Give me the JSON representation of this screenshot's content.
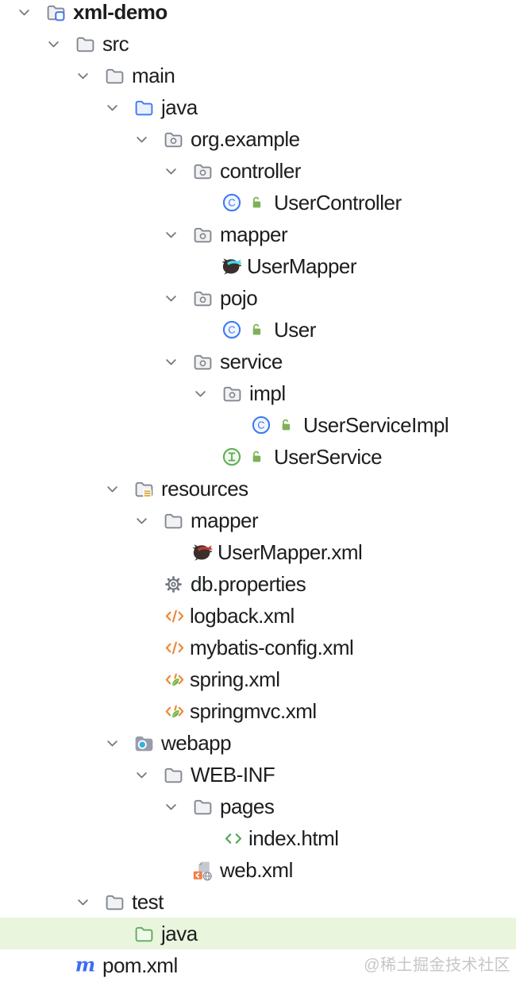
{
  "panel": {
    "type": "project-file-tree",
    "background": "#ffffff"
  },
  "colors": {
    "text": "#1c1d1f",
    "chevron": "#73777f",
    "folder_stroke": "#83878f",
    "folder_fill": "#f1f2f4",
    "java_blue": "#3d78f2",
    "java_sources_fill": "#e9f0fe",
    "green": "#5fae55",
    "green_folder_fill": "#f0f9ec",
    "lock_green": "#7eb157",
    "orange": "#ec8b37",
    "spring_green": "#6db33f",
    "html_green": "#57a85c",
    "mybatis_cyan": "#45d7e8",
    "mybatis_red": "#c03a30",
    "bird_body": "#3a2f2d",
    "webapp_gray": "#979daa",
    "webapp_dot": "#35b2dd",
    "badge_yellow": "#e2a93c",
    "maven_blue": "#3d6cf5",
    "highlight_row": "#e9f5dd",
    "watermark": "#c6c6c6"
  },
  "icon_glyphs": {
    "maven": "m",
    "class_letter": "C"
  },
  "tree": {
    "rows": [
      {
        "level": 0,
        "chevron": true,
        "icon": "project-folder",
        "label": "xml-demo",
        "bold": true
      },
      {
        "level": 1,
        "chevron": true,
        "icon": "folder",
        "label": "src"
      },
      {
        "level": 2,
        "chevron": true,
        "icon": "folder",
        "label": "main"
      },
      {
        "level": 3,
        "chevron": true,
        "icon": "java-sources-folder",
        "label": "java"
      },
      {
        "level": 4,
        "chevron": true,
        "icon": "package",
        "label": "org.example"
      },
      {
        "level": 5,
        "chevron": true,
        "icon": "package",
        "label": "controller"
      },
      {
        "level": 6,
        "chevron": false,
        "icons": [
          "java-class",
          "lock"
        ],
        "label": "UserController"
      },
      {
        "level": 5,
        "chevron": true,
        "icon": "package",
        "label": "mapper"
      },
      {
        "level": 6,
        "chevron": false,
        "icon": "mybatis-bird-cyan",
        "label": "UserMapper"
      },
      {
        "level": 5,
        "chevron": true,
        "icon": "package",
        "label": "pojo"
      },
      {
        "level": 6,
        "chevron": false,
        "icons": [
          "java-class",
          "lock"
        ],
        "label": "User"
      },
      {
        "level": 5,
        "chevron": true,
        "icon": "package",
        "label": "service"
      },
      {
        "level": 6,
        "chevron": true,
        "icon": "package",
        "label": "impl"
      },
      {
        "level": 7,
        "chevron": false,
        "icons": [
          "java-class",
          "lock"
        ],
        "label": "UserServiceImpl"
      },
      {
        "level": 6,
        "chevron": false,
        "icons": [
          "java-interface",
          "lock"
        ],
        "label": "UserService"
      },
      {
        "level": 3,
        "chevron": true,
        "icon": "resources-folder",
        "label": "resources"
      },
      {
        "level": 4,
        "chevron": true,
        "icon": "folder",
        "label": "mapper"
      },
      {
        "level": 5,
        "chevron": false,
        "icon": "mybatis-bird-red",
        "label": "UserMapper.xml"
      },
      {
        "level": 4,
        "chevron": false,
        "icon": "gear",
        "label": "db.properties"
      },
      {
        "level": 4,
        "chevron": false,
        "icon": "xml-code",
        "label": "logback.xml"
      },
      {
        "level": 4,
        "chevron": false,
        "icon": "xml-code",
        "label": "mybatis-config.xml"
      },
      {
        "level": 4,
        "chevron": false,
        "icon": "spring-config",
        "label": "spring.xml"
      },
      {
        "level": 4,
        "chevron": false,
        "icon": "spring-config",
        "label": "springmvc.xml"
      },
      {
        "level": 3,
        "chevron": true,
        "icon": "webapp-folder",
        "label": "webapp"
      },
      {
        "level": 4,
        "chevron": true,
        "icon": "folder",
        "label": "WEB-INF"
      },
      {
        "level": 5,
        "chevron": true,
        "icon": "folder",
        "label": "pages"
      },
      {
        "level": 6,
        "chevron": false,
        "icon": "html-code",
        "label": "index.html"
      },
      {
        "level": 5,
        "chevron": false,
        "icon": "web-xml-file",
        "label": "web.xml"
      },
      {
        "level": 2,
        "chevron": true,
        "icon": "folder",
        "label": "test"
      },
      {
        "level": 3,
        "chevron": false,
        "icon": "green-folder",
        "label": "java",
        "highlight": true
      },
      {
        "level": 1,
        "chevron": false,
        "icon": "maven",
        "label": "pom.xml"
      }
    ]
  },
  "watermark": {
    "text": "@稀土掘金技术社区"
  }
}
